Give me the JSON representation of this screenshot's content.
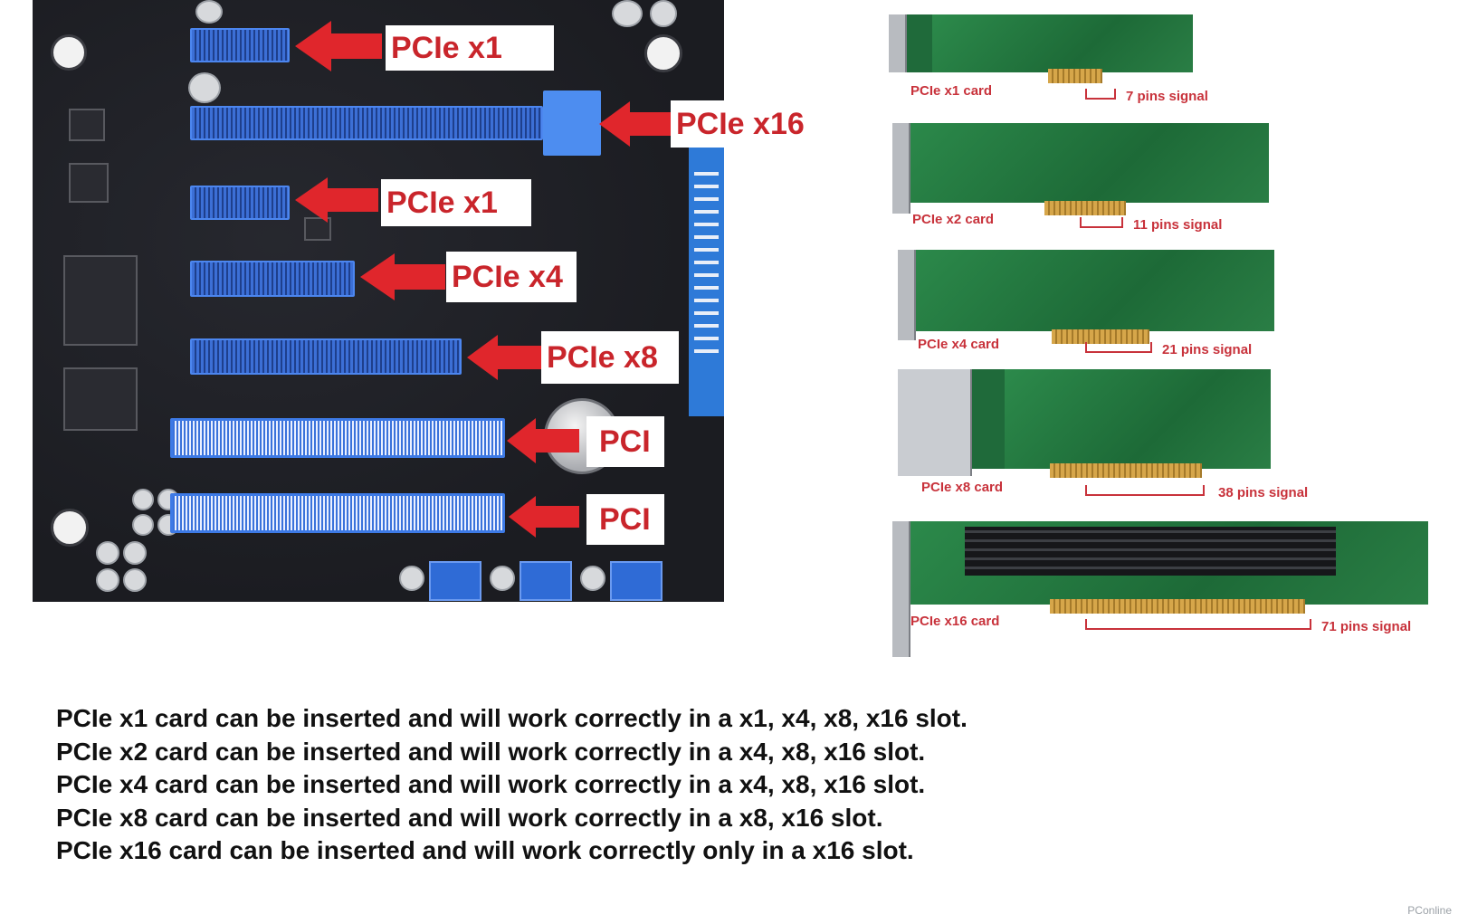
{
  "motherboard": {
    "slot_labels": [
      "PCIe x1",
      "PCIe x16",
      "PCIe x1",
      "PCIe x4",
      "PCIe x8",
      "PCI",
      "PCI"
    ]
  },
  "cards": [
    {
      "name": "PCIe x1 card",
      "pins": "7 pins signal"
    },
    {
      "name": "PCIe x2 card",
      "pins": "11 pins signal"
    },
    {
      "name": "PCIe x4 card",
      "pins": "21 pins signal"
    },
    {
      "name": "PCIe x8 card",
      "pins": "38 pins signal"
    },
    {
      "name": "PCIe x16 card",
      "pins": "71 pins signal"
    }
  ],
  "notes": [
    "PCIe x1 card can be inserted and will work correctly in a x1, x4, x8, x16 slot.",
    "PCIe x2 card can be inserted and will work correctly in a x4, x8, x16 slot.",
    "PCIe x4 card can be inserted and will work correctly in a x4, x8, x16 slot.",
    "PCIe x8 card can be inserted and will work correctly in a x8, x16 slot.",
    "PCIe x16 card can be inserted and will work correctly only in a x16 slot."
  ],
  "watermark": "PConline",
  "colors": {
    "label_red": "#c9252b",
    "slot_blue": "#3c6fd6",
    "board": "#1b1c21",
    "pcb_green": "#1f6a3a"
  }
}
